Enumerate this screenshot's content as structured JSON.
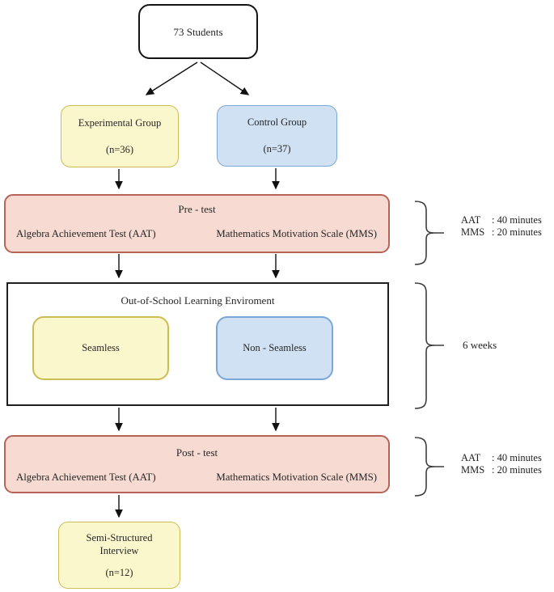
{
  "palette": {
    "yellow_fill": "#FBF7CD",
    "yellow_border": "#CCBC55",
    "blue_fill": "#CFE1F3",
    "blue_border": "#7BA7D7",
    "pink_fill": "#F7DAD2",
    "pink_border": "#B66458",
    "outline": "#141414"
  },
  "nodes": {
    "students": {
      "label": "73 Students"
    },
    "experimental_group": {
      "title": "Experimental Group",
      "count": "(n=36)"
    },
    "control_group": {
      "title": "Control Group",
      "count": "(n=37)"
    },
    "pre_test": {
      "title": "Pre - test",
      "left_item": "Algebra Achievement Test (AAT)",
      "right_item": "Mathematics Motivation Scale (MMS)"
    },
    "environment": {
      "title": "Out-of-School Learning Enviroment",
      "seamless": "Seamless",
      "non_seamless": "Non - Seamless"
    },
    "post_test": {
      "title": "Post - test",
      "left_item": "Algebra Achievement Test (AAT)",
      "right_item": "Mathematics Motivation Scale (MMS)"
    },
    "interview": {
      "title_line1": "Semi-Structured",
      "title_line2": "Interview",
      "count": "(n=12)"
    }
  },
  "annotations": {
    "pre_test_duration": {
      "row1_label": "AAT",
      "row1_value": ": 40 minutes",
      "row2_label": "MMS",
      "row2_value": ": 20 minutes"
    },
    "treatment_duration": "6 weeks",
    "post_test_duration": {
      "row1_label": "AAT",
      "row1_value": ": 40 minutes",
      "row2_label": "MMS",
      "row2_value": ": 20 minutes"
    }
  }
}
